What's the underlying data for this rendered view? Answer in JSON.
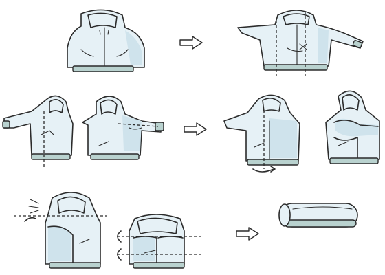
{
  "colors": {
    "hoodie": "#e6f1f6",
    "shade": "#cfe3ec",
    "band": "#b9d2cf",
    "ink": "#2b2b2b",
    "background": "#ffffff"
  },
  "steps": [
    {
      "id": 1,
      "icon": "hoodie-flat-icon"
    },
    {
      "id": 2,
      "icon": "hoodie-arms-out-fold-lines-icon"
    },
    {
      "id": 3,
      "icon": "hoodie-left-sleeve-fold-icon"
    },
    {
      "id": 4,
      "icon": "hoodie-sides-folded-icon"
    },
    {
      "id": 5,
      "icon": "hoodie-hood-tuck-icon"
    },
    {
      "id": 6,
      "icon": "hoodie-rolled-bundle-icon"
    }
  ],
  "arrows": [
    {
      "id": 1,
      "icon": "right-arrow-icon"
    },
    {
      "id": 2,
      "icon": "right-arrow-icon"
    },
    {
      "id": 3,
      "icon": "right-arrow-icon"
    }
  ]
}
